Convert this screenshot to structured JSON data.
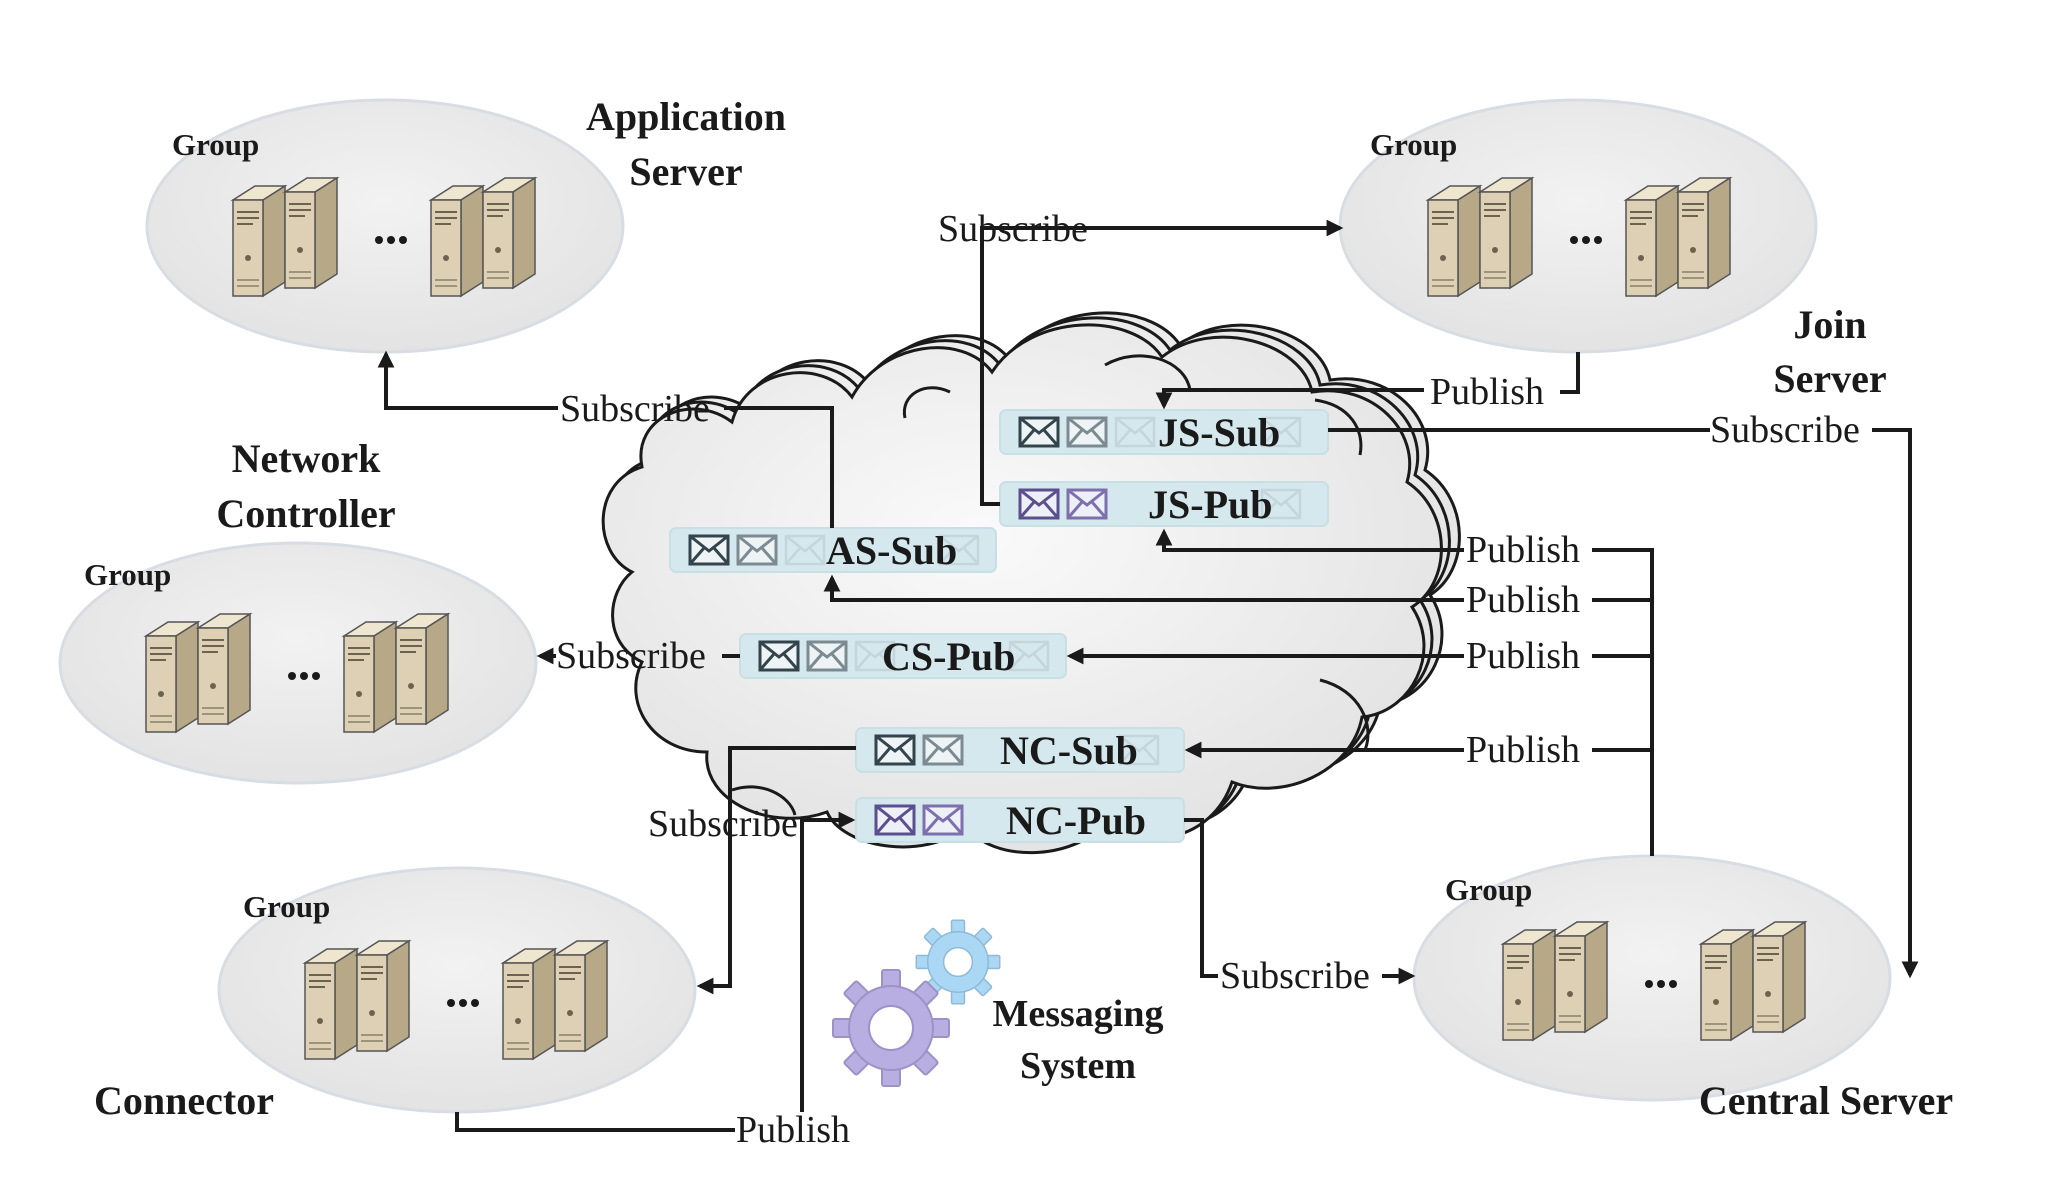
{
  "components": {
    "application_server": {
      "title_line1": "Application",
      "title_line2": "Server",
      "group": "Group"
    },
    "join_server": {
      "title_line1": "Join",
      "title_line2": "Server",
      "group": "Group"
    },
    "network_controller": {
      "title_line1": "Network",
      "title_line2": "Controller",
      "group": "Group"
    },
    "connector": {
      "title": "Connector",
      "group": "Group"
    },
    "central_server": {
      "title": "Central Server",
      "group": "Group"
    },
    "messaging_system": {
      "title_line1": "Messaging",
      "title_line2": "System"
    }
  },
  "topics": {
    "js_sub": "JS-Sub",
    "js_pub": "JS-Pub",
    "as_sub": "AS-Sub",
    "cs_pub": "CS-Pub",
    "nc_sub": "NC-Sub",
    "nc_pub": "NC-Pub"
  },
  "edges": {
    "subscribe_js_pub_to_join": "Subscribe",
    "publish_join_to_js_sub": "Publish",
    "subscribe_js_sub_to_central": "Subscribe",
    "subscribe_as_sub_to_app": "Subscribe",
    "publish_central_to_js_pub": "Publish",
    "publish_central_to_as_sub": "Publish",
    "publish_central_to_cs_pub": "Publish",
    "publish_central_to_nc_sub": "Publish",
    "subscribe_cs_pub_to_nc": "Subscribe",
    "subscribe_nc_sub_to_connector": "Subscribe",
    "subscribe_nc_pub_to_central": "Subscribe",
    "publish_connector_to_nc_pub": "Publish"
  },
  "colors": {
    "group_fill": "#ebebeb",
    "cloud_fill": "#f4f4f4",
    "topic_fill": "#d4e8ee",
    "envelope_dark": "#3a4a52",
    "envelope_purple": "#6a5a9a",
    "gear_purple": "#b9aee0",
    "gear_blue": "#a9d6f2",
    "server_body": "#d9ccb0"
  },
  "icons": {
    "server": "server-rack-icon",
    "envelope": "envelope-icon",
    "gear": "gear-icon",
    "ellipsis": "ellipsis-icon"
  }
}
